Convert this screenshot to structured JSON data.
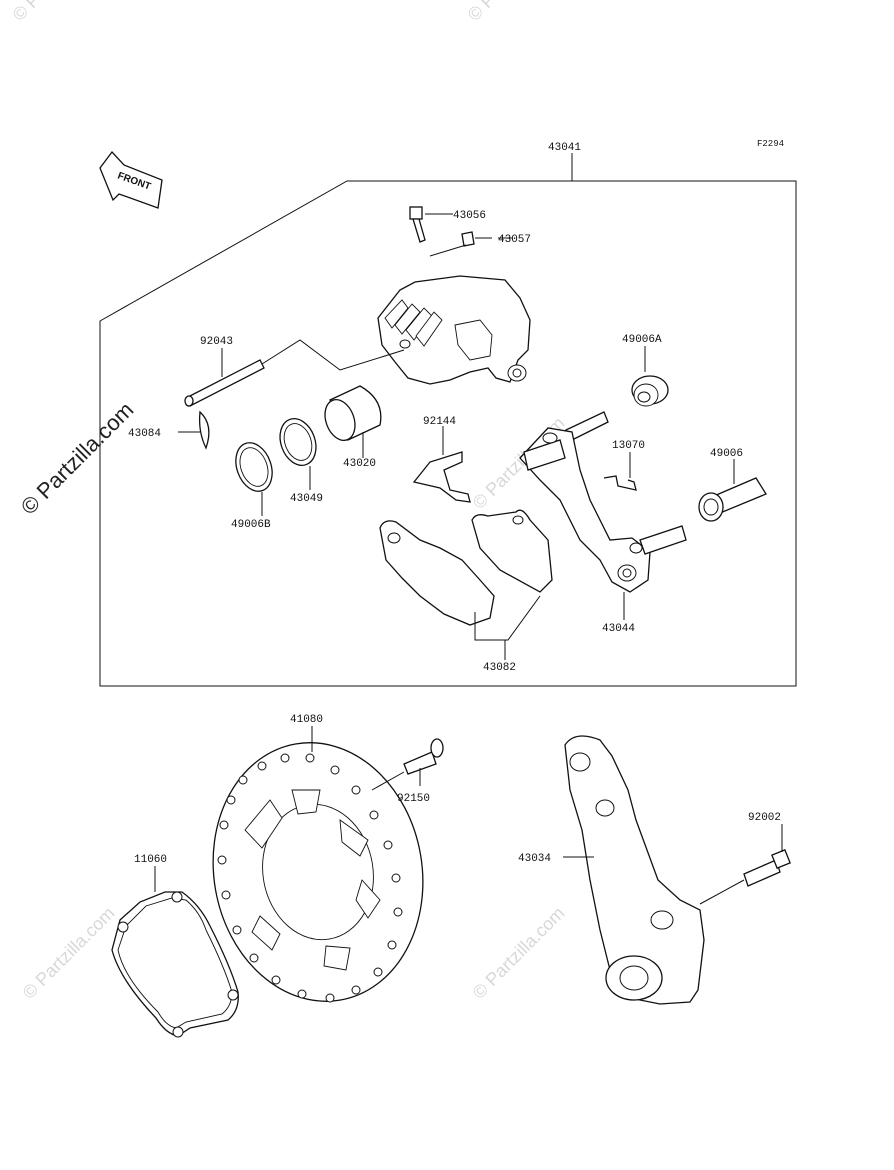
{
  "figure_code": "F2294",
  "front_arrow_label": "FRONT",
  "watermark_main": "© Partzilla.com",
  "watermark_faint": "© Partzilla.com",
  "parts": {
    "p43041": "43041",
    "p43056": "43056",
    "p43057": "43057",
    "p92043": "92043",
    "p49006A": "49006A",
    "p43084": "43084",
    "p92144": "92144",
    "p43020": "43020",
    "p13070": "13070",
    "p49006": "49006",
    "p43049": "43049",
    "p49006B": "49006B",
    "p43044": "43044",
    "p43082": "43082",
    "p41080": "41080",
    "p92150": "92150",
    "p92002": "92002",
    "p11060": "11060",
    "p43034": "43034"
  }
}
